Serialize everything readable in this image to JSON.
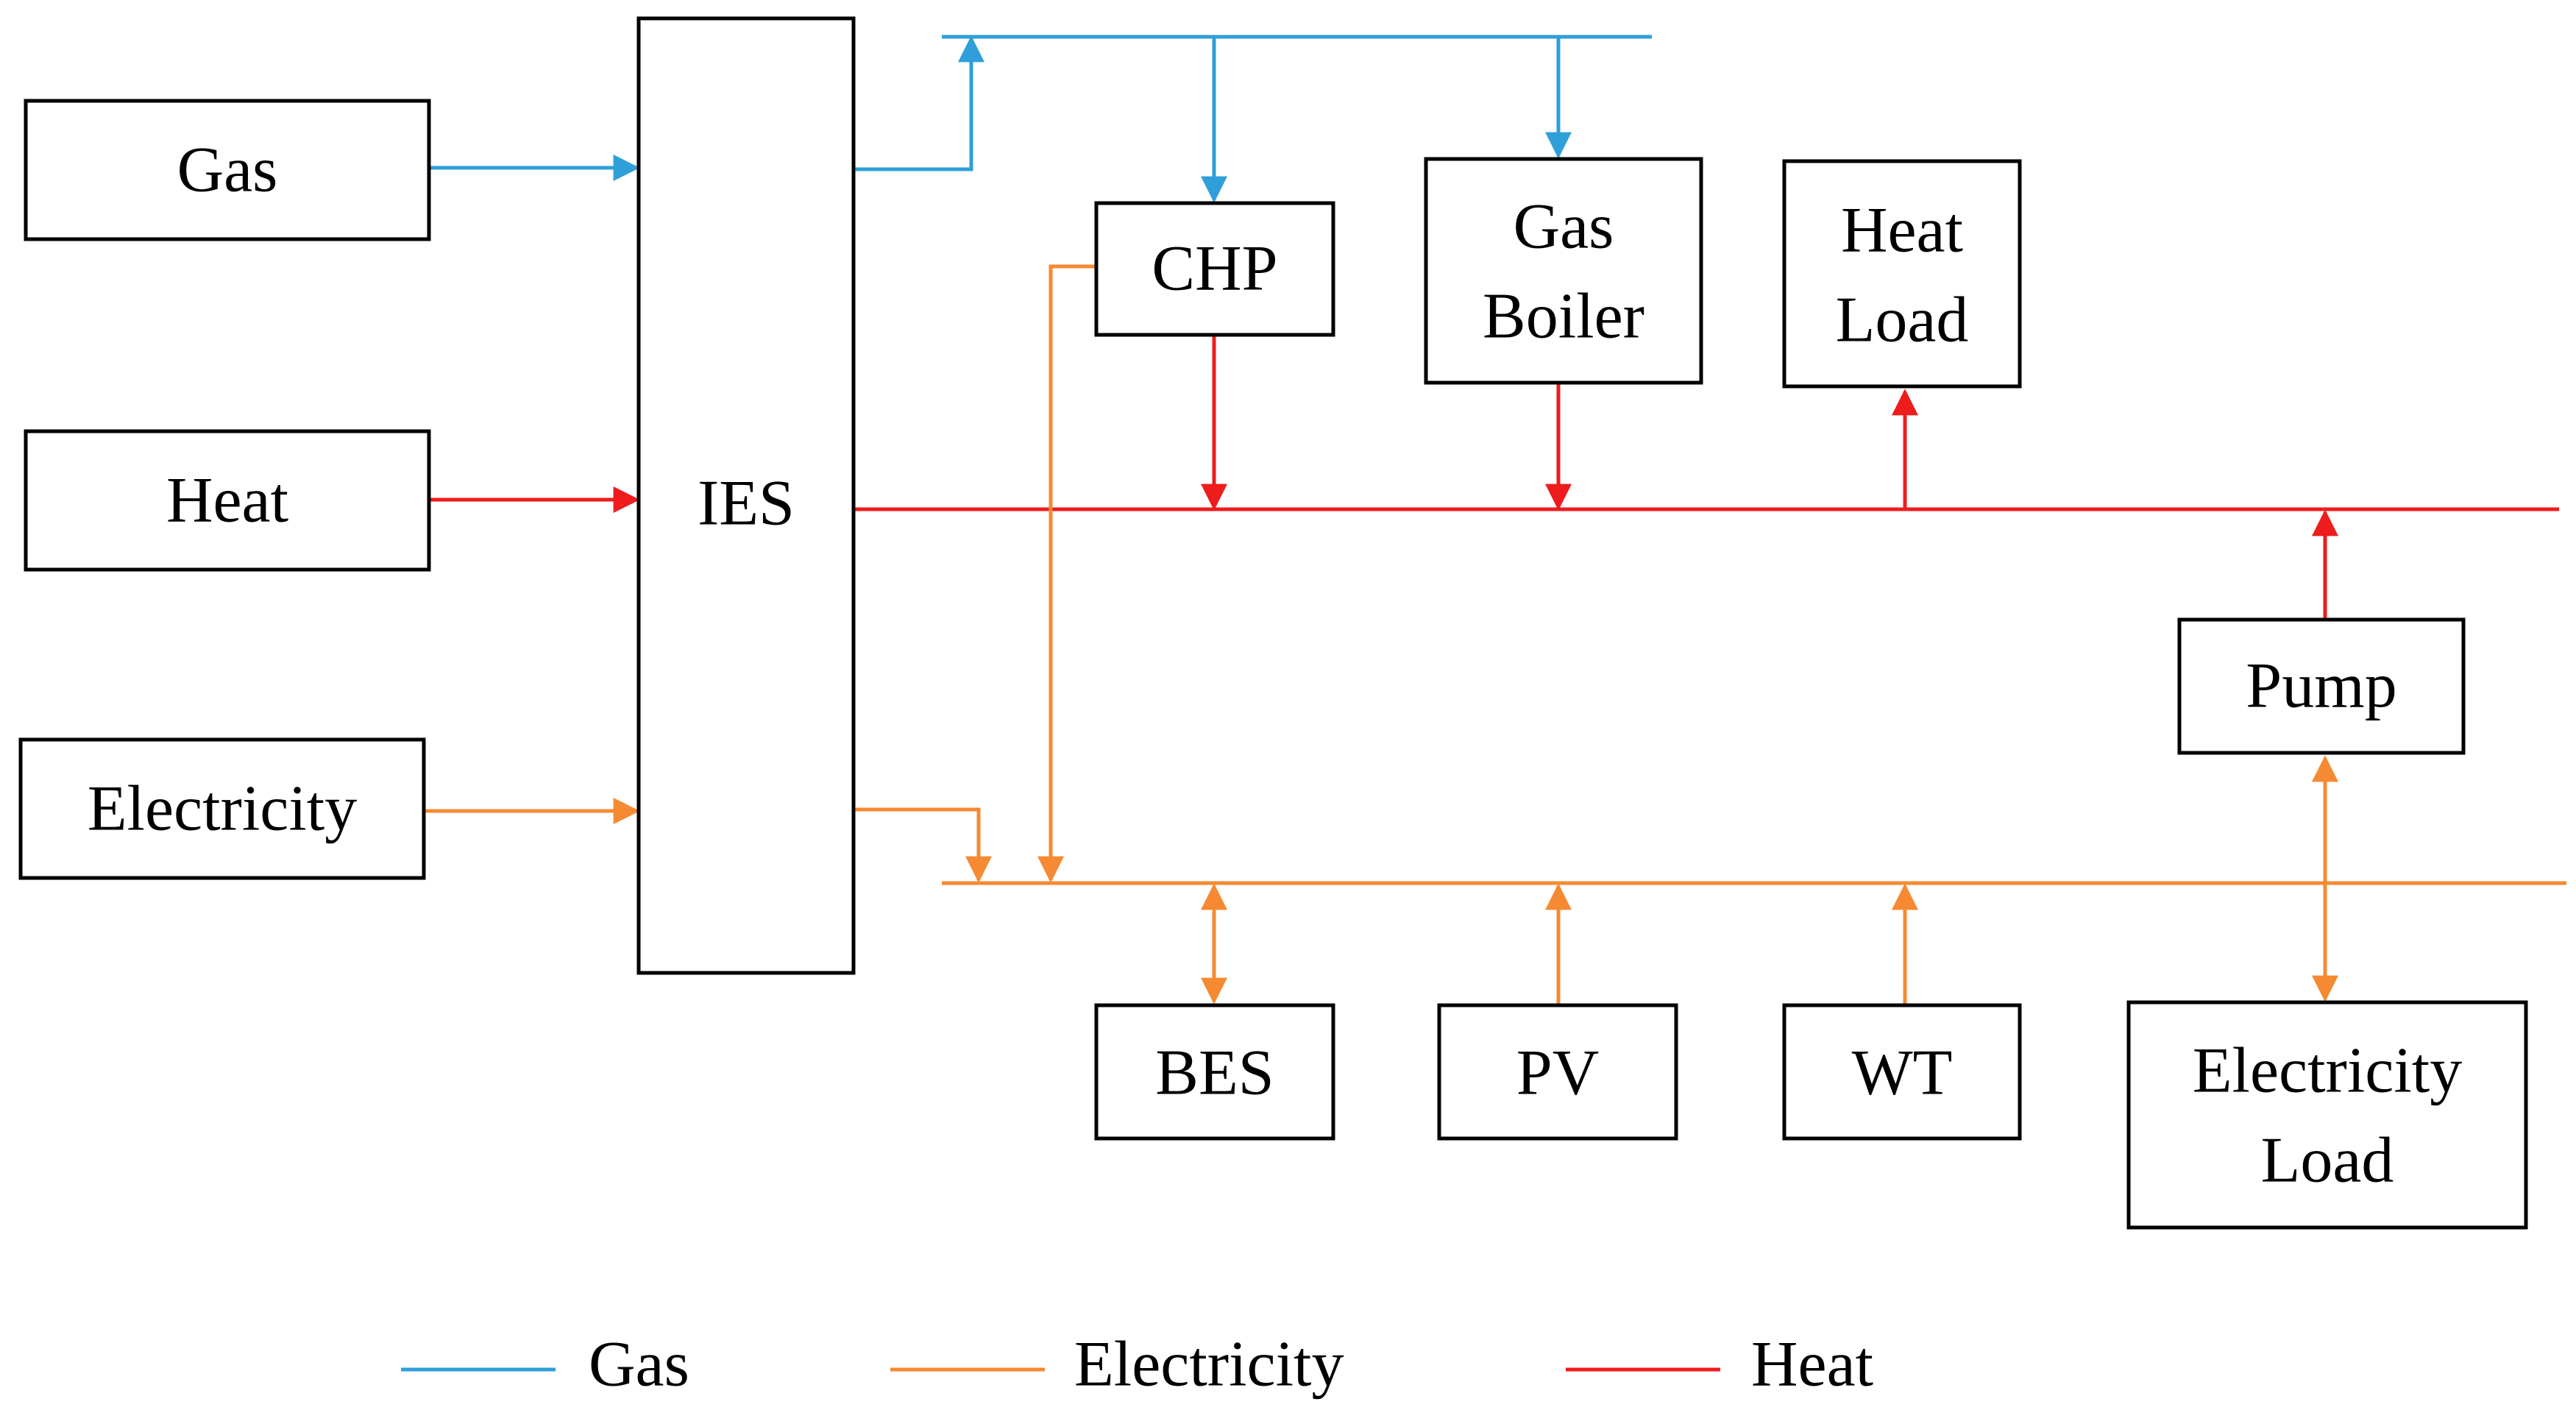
{
  "colors": {
    "gas": "#2E9FD9",
    "electricity": "#F58A32",
    "heat": "#EE1C1C",
    "box_border": "#000000"
  },
  "sources": {
    "gas": "Gas",
    "heat": "Heat",
    "electricity": "Electricity"
  },
  "ies": "IES",
  "devices": {
    "chp": "CHP",
    "gas_boiler_line1": "Gas",
    "gas_boiler_line2": "Boiler",
    "heat_load_line1": "Heat",
    "heat_load_line2": "Load",
    "pump": "Pump",
    "bes": "BES",
    "pv": "PV",
    "wt": "WT",
    "electricity_load_line1": "Electricity",
    "electricity_load_line2": "Load"
  },
  "legend": {
    "gas": "Gas",
    "electricity": "Electricity",
    "heat": "Heat"
  }
}
